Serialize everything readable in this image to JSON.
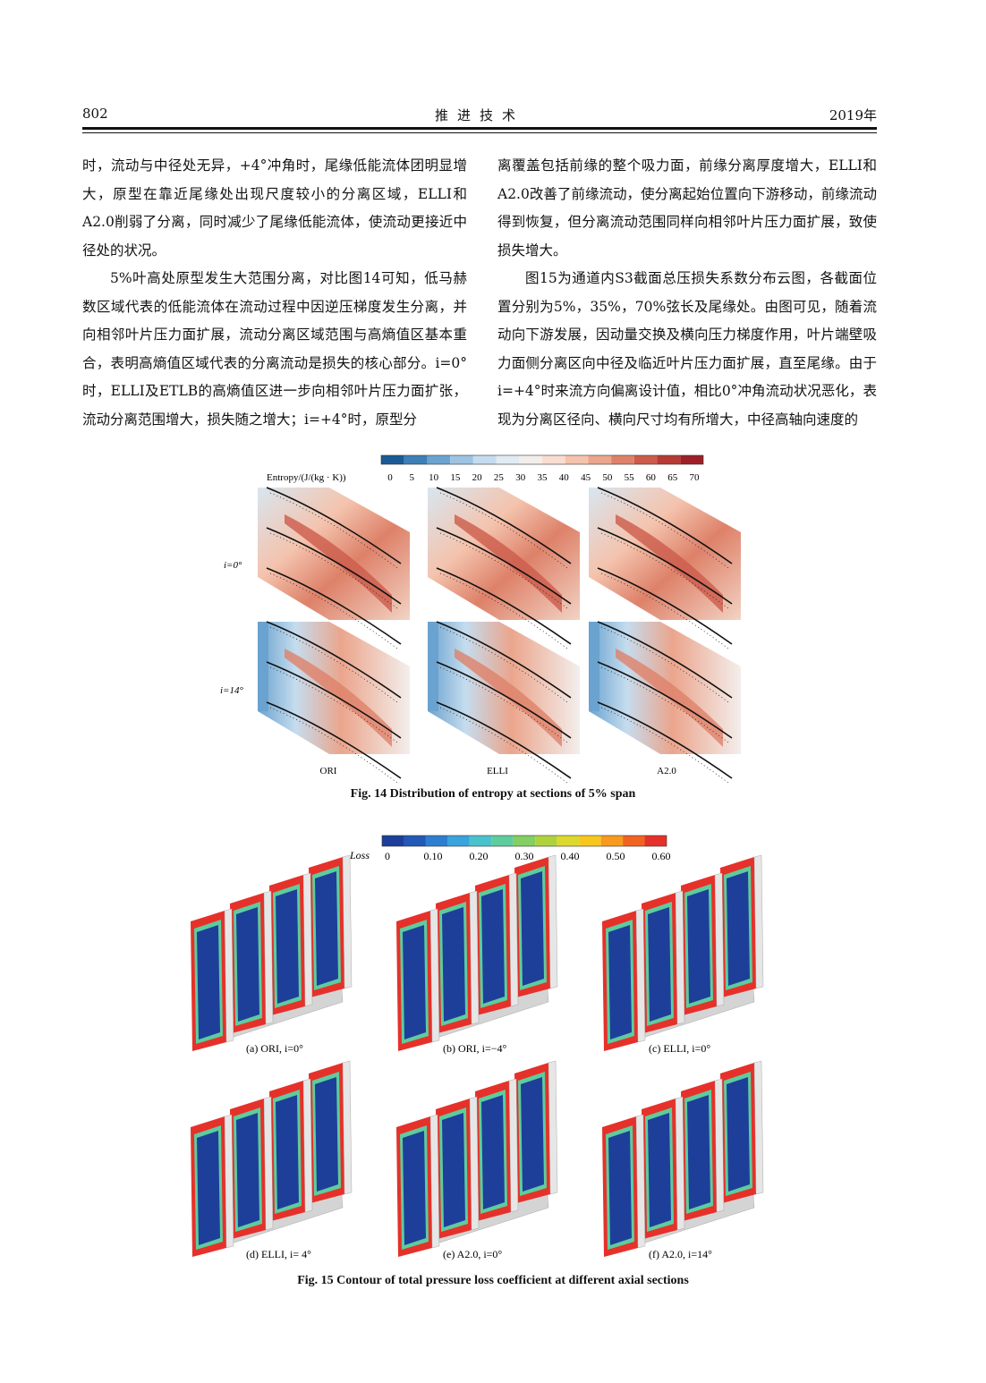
{
  "header": {
    "page_number": "802",
    "journal": "推进技术",
    "year": "2019年"
  },
  "body": {
    "left": [
      "时，流动与中径处无异，+4°冲角时，尾缘低能流体团明显增大，原型在靠近尾缘处出现尺度较小的分离区域，ELLI和A2.0削弱了分离，同时减少了尾缘低能流体，使流动更接近中径处的状况。",
      "5%叶高处原型发生大范围分离，对比图14可知，低马赫数区域代表的低能流体在流动过程中因逆压梯度发生分离，并向相邻叶片压力面扩展，流动分离区域范围与高熵值区基本重合，表明高熵值区域代表的分离流动是损失的核心部分。i=0°时，ELLI及ETLB的高熵值区进一步向相邻叶片压力面扩张，流动分离范围增大，损失随之增大；i=+4°时，原型分"
    ],
    "right": [
      "离覆盖包括前缘的整个吸力面，前缘分离厚度增大，ELLI和A2.0改善了前缘流动，使分离起始位置向下游移动，前缘流动得到恢复，但分离流动范围同样向相邻叶片压力面扩展，致使损失增大。",
      "图15为通道内S3截面总压损失系数分布云图，各截面位置分别为5%，35%，70%弦长及尾缘处。由图可见，随着流动向下游发展，因动量交换及横向压力梯度作用，叶片端壁吸力面侧分离区向中径及临近叶片压力面扩展，直至尾缘。由于i=+4°时来流方向偏离设计值，相比0°冲角流动状况恶化，表现为分离区径向、横向尺寸均有所增大，中径高轴向速度的"
    ]
  },
  "fig14": {
    "colorbar_label": "Entropy/(J/(kg · K))",
    "ticks": [
      "0",
      "5",
      "10",
      "15",
      "20",
      "25",
      "30",
      "35",
      "40",
      "45",
      "50",
      "55",
      "60",
      "65",
      "70"
    ],
    "row_labels": [
      "i=0°",
      "i=14°"
    ],
    "col_labels": [
      "ORI",
      "ELLI",
      "A2.0"
    ],
    "caption": "Fig. 14    Distribution of entropy at sections of 5% span",
    "colors": [
      "#1a5a96",
      "#3d7fb6",
      "#6aa3cf",
      "#9cc4e2",
      "#c5dcee",
      "#e1ebf3",
      "#f3eeec",
      "#f9ddd0",
      "#f4c3ad",
      "#eba58c",
      "#de8169",
      "#cc5b4b",
      "#b73a35",
      "#9f1f27"
    ]
  },
  "fig15": {
    "colorbar_label": "Loss",
    "ticks": [
      "0",
      "0.10",
      "0.20",
      "0.30",
      "0.40",
      "0.50",
      "0.60"
    ],
    "panel_labels": [
      "(a) ORI, i=0°",
      "(b) ORI, i=−4°",
      "(c) ELLI, i=0°",
      "(d) ELLI, i= 4°",
      "(e) A2.0, i=0°",
      "(f) A2.0, i=14°"
    ],
    "caption": "Fig. 15    Contour of total pressure loss coefficient at different axial sections",
    "colors": [
      "#1d3f9a",
      "#2258b6",
      "#2d7ed0",
      "#39a3dc",
      "#49c2cc",
      "#5ecc9d",
      "#83cf62",
      "#afd23c",
      "#dcd82e",
      "#f7c71e",
      "#f79a1d",
      "#f06321",
      "#e5312a"
    ]
  }
}
